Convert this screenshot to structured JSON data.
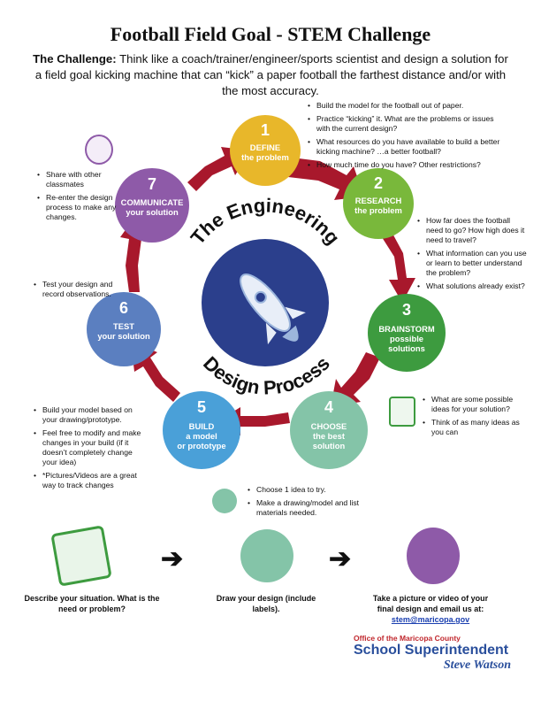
{
  "title": "Football Field Goal - STEM Challenge",
  "challenge": {
    "label": "The Challenge:",
    "text": "Think like a coach/trainer/engineer/sports scientist and design a solution for a field goal kicking machine that can “kick” a paper football the farthest distance and/or with the most accuracy."
  },
  "center": {
    "line1": "The Engineering",
    "line2": "Design Process"
  },
  "steps": [
    {
      "num": "1",
      "line1": "DEFINE",
      "line2": "the problem",
      "color": "#e8b72a"
    },
    {
      "num": "2",
      "line1": "RESEARCH",
      "line2": "the problem",
      "color": "#79b83b"
    },
    {
      "num": "3",
      "line1": "BRAINSTORM",
      "line2": "possible",
      "line3": "solutions",
      "color": "#3d9b3f"
    },
    {
      "num": "4",
      "line1": "CHOOSE",
      "line2": "the best",
      "line3": "solution",
      "color": "#84c4a8"
    },
    {
      "num": "5",
      "line1": "BUILD",
      "line2": "a model",
      "line3": "or prototype",
      "color": "#4aa0d8"
    },
    {
      "num": "6",
      "line1": "TEST",
      "line2": "your solution",
      "color": "#5b7fc0"
    },
    {
      "num": "7",
      "line1": "COMMUNICATE",
      "line2": "your solution",
      "color": "#8e5aa8"
    }
  ],
  "notes": {
    "define": [
      "Build the model for the football out of paper.",
      "Practice “kicking” it. What are the problems or issues with the current design?",
      "What resources do you have available to build a better kicking machine? …a better football?",
      "How much time do you have? Other restrictions?"
    ],
    "research": [
      "How far does the football need to go? How high does it need to travel?",
      "What information can you use or learn to better understand the problem?",
      "What solutions already exist?"
    ],
    "brainstorm": [
      "What are some possible ideas for your solution?",
      "Think of as many ideas as you can"
    ],
    "choose": [
      "Choose 1 idea to try.",
      "Make a drawing/model and list materials needed."
    ],
    "build": [
      "Build your model based on your drawing/prototype.",
      "Feel free to modify and make changes in your build (if it doesn’t completely change your idea)",
      "*Pictures/Videos are a great way to track changes"
    ],
    "test": [
      "Test your design and record observations."
    ],
    "communicate": [
      "Share with other classmates",
      "Re-enter the design process to make any changes."
    ]
  },
  "footer": {
    "step1": "Describe your situation. What is the need or problem?",
    "step2": "Draw your design (include labels).",
    "step3": "Take a picture or video of your final design and email us at:",
    "email": "stem@maricopa.gov"
  },
  "logo": {
    "line1": "Office of the Maricopa County",
    "line2": "School Superintendent",
    "line3": "Steve Watson"
  },
  "colors": {
    "arrow": "#a8182c",
    "center": "#2b3f8c",
    "logo_red": "#c0272d",
    "logo_blue": "#2a4f9c"
  },
  "icons": [
    "phone-icon",
    "hand-lightbulb-icon",
    "gear-lightbulb-icon",
    "right-arrow-icon"
  ]
}
